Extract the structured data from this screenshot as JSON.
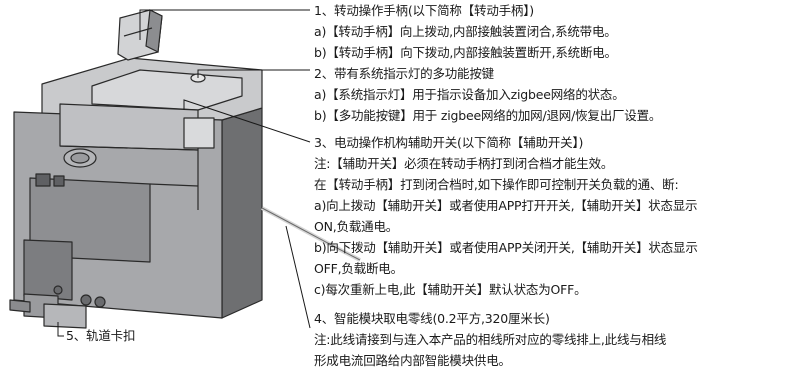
{
  "annotations": {
    "a1": {
      "title": "1、转动操作手柄(以下简称【转动手柄】)",
      "lines": [
        "a)【转动手柄】向上拨动,内部接触装置闭合,系统带电。",
        "b)【转动手柄】向下拨动,内部接触装置断开,系统断电。"
      ]
    },
    "a2": {
      "title": "2、带有系统指示灯的多功能按键",
      "lines": [
        "a)【系统指示灯】用于指示设备加入zigbee网络的状态。",
        "b)【多功能按键】用于 zigbee网络的加网/退网/恢复出厂设置。"
      ]
    },
    "a3": {
      "title": "3、电动操作机构辅助开关(以下简称【辅助开关】)",
      "lines": [
        "注:【辅助开关】必须在转动手柄打到闭合档才能生效。",
        "在【转动手柄】打到闭合档时,如下操作即可控制开关负载的通、断:",
        "a)向上拨动【辅助开关】或者使用APP打开开关,【辅助开关】状态显示",
        "ON,负载通电。",
        "b)向下拨动【辅助开关】或者使用APP关闭开关,【辅助开关】状态显示",
        "OFF,负载断电。",
        "c)每次重新上电,此【辅助开关】默认状态为OFF。"
      ]
    },
    "a4": {
      "title": "4、智能模块取电零线(0.2平方,320厘米长)",
      "lines": [
        "注:此线请接到与连入本产品的相线所对应的零线排上,此线与相线",
        "形成电流回路给内部智能模块供电。"
      ]
    },
    "a5": {
      "title": "5、轨道卡扣"
    }
  }
}
